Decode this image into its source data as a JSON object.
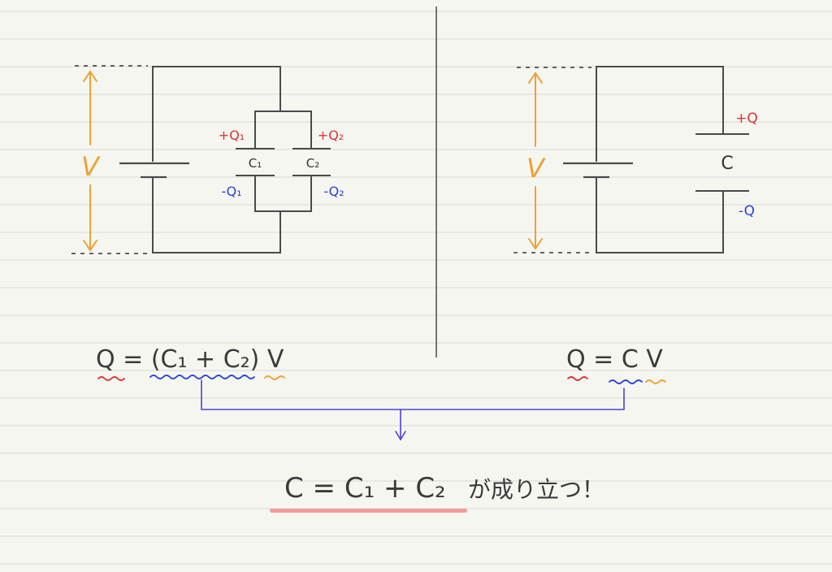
{
  "colors": {
    "paper": "#f6f6f1",
    "rule": "#d9d9d4",
    "ink": "#4a4a4a",
    "orange": "#f0a030",
    "red": "#e03030",
    "blue": "#2a44d8",
    "purple": "#4f40e0",
    "highlight": "#f08c8c"
  },
  "left_circuit": {
    "voltage_label": "V",
    "c1": {
      "pos": "+Q₁",
      "name": "C₁",
      "neg": "-Q₁"
    },
    "c2": {
      "pos": "+Q₂",
      "name": "C₂",
      "neg": "-Q₂"
    }
  },
  "right_circuit": {
    "voltage_label": "V",
    "pos": "+Q",
    "name": "C",
    "neg": "-Q"
  },
  "equations": {
    "left": "Q = (C₁ + C₂) V",
    "right": "Q = C V",
    "conclusion_formula": "C = C₁ + C₂",
    "conclusion_text": "が成り立つ！"
  }
}
